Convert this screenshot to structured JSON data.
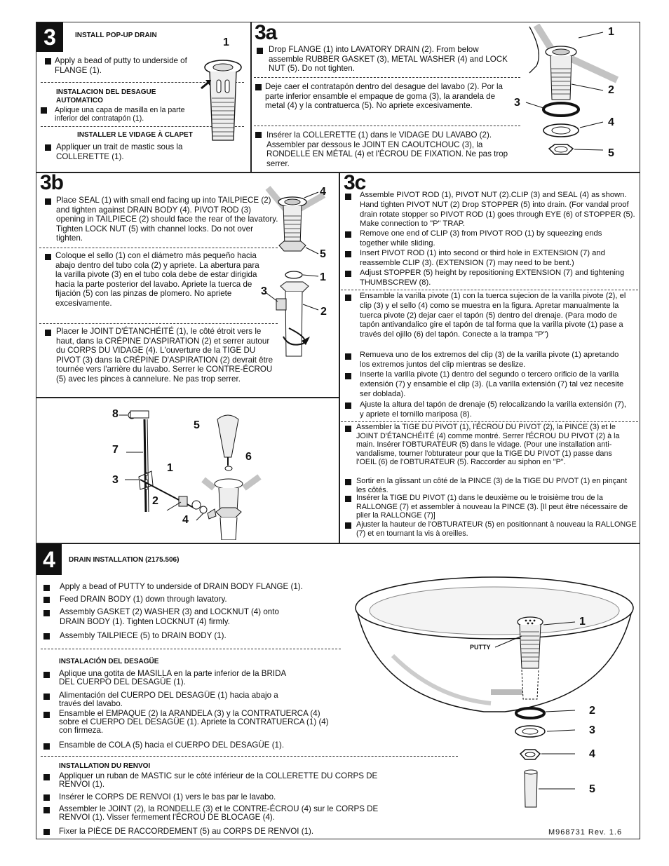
{
  "s3": {
    "number": "3",
    "heading": "INSTALL POP-UP DRAIN",
    "en": "Apply a bead of putty to underside of FLANGE (1).",
    "es_heading": "INSTALACION DEL DESAGUE AUTOMATICO",
    "es": "Aplique una capa de masilla en la parte inferior del contratapón (1).",
    "fr_heading": "INSTALLER LE VIDAGE À CLAPET",
    "fr": "Appliquer un trait de mastic sous la COLLERETTE (1).",
    "callout": "1"
  },
  "s3a": {
    "title": "3a",
    "en": "Drop FLANGE (1) into LAVATORY DRAIN (2). From below assemble RUBBER GASKET (3), METAL WASHER (4) and LOCK NUT (5). Do not tighten.",
    "es": "Deje caer el contratapón dentro del desague del lavabo (2). Por la parte inferior ensamble el empaque de goma (3), la arandela de metal (4) y la contratuerca (5). No apriete excesivamente.",
    "fr": "Insérer la COLLERETTE (1) dans le VIDAGE DU LAVABO (2). Assembler par dessous le JOINT EN CAOUTCHOUC (3), la RONDELLE EN MÉTAL (4) et l'ÉCROU DE FIXATION. Ne pas trop serrer.",
    "callouts": [
      "1",
      "2",
      "3",
      "4",
      "5"
    ]
  },
  "s3b": {
    "title": "3b",
    "en": "Place SEAL (1) with small end facing up into TAILPIECE (2) and tighten against DRAIN BODY (4). PIVOT ROD (3) opening in TAILPIECE (2) should face the rear of the lavatory. Tighten LOCK NUT (5) with channel locks. Do not over tighten.",
    "es": "Coloque el sello (1) con el diámetro más pequeño hacia abajo dentro del tubo cola (2) y apriete. La abertura para la varilla pivote (3) en el tubo cola debe de estar dirigida hacia la parte posterior del lavabo. Apriete la tuerca de fijación (5) con las pinzas de plomero. No apriete excesivamente.",
    "fr": "Placer le JOINT D'ÉTANCHÉITÉ (1), le côté étroit vers le haut, dans la CRÉPINE D'ASPIRATION (2) et serrer autour du CORPS DU VIDAGE (4). L'ouverture de la TIGE DU PIVOT (3) dans la CRÉPINE D'ASPIRATION (2) devrait être tournée vers l'arrière du lavabo. Serrer le CONTRE-ÉCROU (5) avec les pinces à cannelure. Ne pas trop serrer.",
    "callouts": [
      "4",
      "5",
      "1",
      "3",
      "2"
    ],
    "diagram_callouts": [
      "8",
      "5",
      "7",
      "1",
      "6",
      "3",
      "2",
      "4"
    ]
  },
  "s3c": {
    "title": "3c",
    "en": [
      "Assemble PIVOT ROD (1), PIVOT NUT (2).CLIP (3) and SEAL (4) as shown. Hand tighten PIVOT NUT (2) Drop STOPPER (5) into drain. (For vandal proof drain rotate stopper so PIVOT ROD (1) goes through EYE (6) of STOPPER (5). Make connection to \"P\" TRAP.",
      "Remove one end of CLIP (3) from PIVOT ROD (1) by squeezing ends together while sliding.",
      "Insert PIVOT ROD (1) into second or third hole in EXTENSION (7) and reassemble CLIP (3). (EXTENSION (7) may need to be bent.)",
      "Adjust STOPPER (5) height by repositioning EXTENSION (7) and tightening THUMBSCREW (8)."
    ],
    "es": [
      "Ensamble la varilla pivote (1) con la tuerca sujecion de la varilla pivote (2), el clip (3) y el sello (4) como se muestra en la figura. Apretar manualmente la tuerca pivote (2) dejar caer el tapón (5) dentro del drenaje. (Para modo de tapón antivandalico gire el tapón de tal forma que la varilla pivote (1) pase a través del ojillo (6) del tapón. Conecte a la trampa \"P\")",
      "Remueva uno de los extremos del clip (3) de la varilla pivote (1) apretando los extremos juntos del clip mientras se deslize.",
      "Inserte la varilla pivote (1) dentro del segundo o tercero orificio de la varilla extensión (7) y ensamble el clip (3). (La varilla extensión (7) tal vez necesite ser doblada).",
      "Ajuste la altura del tapón de drenaje (5) relocalizando la varilla extensión (7), y apriete el tornillo mariposa (8)."
    ],
    "fr": [
      "Assembler la TIGE DU PIVOT (1), l'ÉCROU DU PIVOT (2), la PINCE (3) et le JOINT D'ÉTANCHÉITÉ (4) comme montré. Serrer l'ÉCROU DU PIVOT (2) à la main. Insérer l'OBTURATEUR (5) dans le vidage. (Pour une installation anti-vandalisme, tourner l'obturateur pour que la TIGE DU PIVOT (1) passe dans l'OEIL (6) de l'OBTURATEUR (5). Raccorder au siphon en \"P\".",
      "Sortir en la glissant un côté de la PINCE (3) de la TIGE DU PIVOT (1) en pinçant les côtés.",
      "Insérer la TIGE DU PIVOT (1) dans le deuxième ou le troisième trou de la RALLONGE (7) et assembler à nouveau la PINCE (3). [Il peut être nécessaire de plier la RALLONGE (7)]",
      "Ajuster la hauteur de l'OBTURATEUR (5) en positionnant à nouveau la RALLONGE (7) et en tournant la vis à oreilles."
    ]
  },
  "s4": {
    "number": "4",
    "heading": "DRAIN INSTALLATION (2175.506)",
    "en": [
      "Apply a bead of PUTTY to underside of DRAIN BODY FLANGE (1).",
      "Feed DRAIN BODY (1) down through lavatory.",
      "Assembly GASKET (2) WASHER (3) and LOCKNUT (4) onto DRAIN BODY (1). Tighten LOCKNUT (4) firmly.",
      "Assembly TAILPIECE (5) to DRAIN BODY (1)."
    ],
    "es_heading": "INSTALACIÓN DEL DESAGÜE",
    "es": [
      "Aplique una gotita de MASILLA en la parte inferior de la BRIDA DEL CUERPO DEL DESAGÜE (1).",
      "Alimentación del CUERPO DEL DESAGÜE (1) hacia abajo a través del lavabo.",
      "Ensamble el EMPAQUE (2) la ARANDELA (3) y la CONTRATUERCA (4) sobre el CUERPO DEL DESAGÜE (1). Apriete la CONTRATUERCA (1) (4) con firmeza.",
      "Ensamble de COLA (5) hacia el CUERPO DEL DESAGÜE (1)."
    ],
    "fr_heading": "INSTALLATION DU RENVOI",
    "fr": [
      "Appliquer un ruban de MASTIC sur le côté inférieur de la COLLERETTE DU CORPS DE RENVOI (1).",
      "Insérer le CORPS DE RENVOI (1) vers le bas par le lavabo.",
      "Assembler le JOINT (2), la RONDELLE (3) et le CONTRE-ÉCROU (4) sur le CORPS DE RENVOI (1). Visser fermement l'ÉCROU DE BLOCAGE (4).",
      "Fixer la PIÈCE DE RACCORDEMENT (5) au CORPS DE RENVOI (1)."
    ],
    "putty": "PUTTY",
    "callouts": [
      "1",
      "2",
      "3",
      "4",
      "5"
    ]
  },
  "ref": "M968731 Rev. 1.6",
  "colors": {
    "ink": "#111111",
    "line": "#222222"
  }
}
